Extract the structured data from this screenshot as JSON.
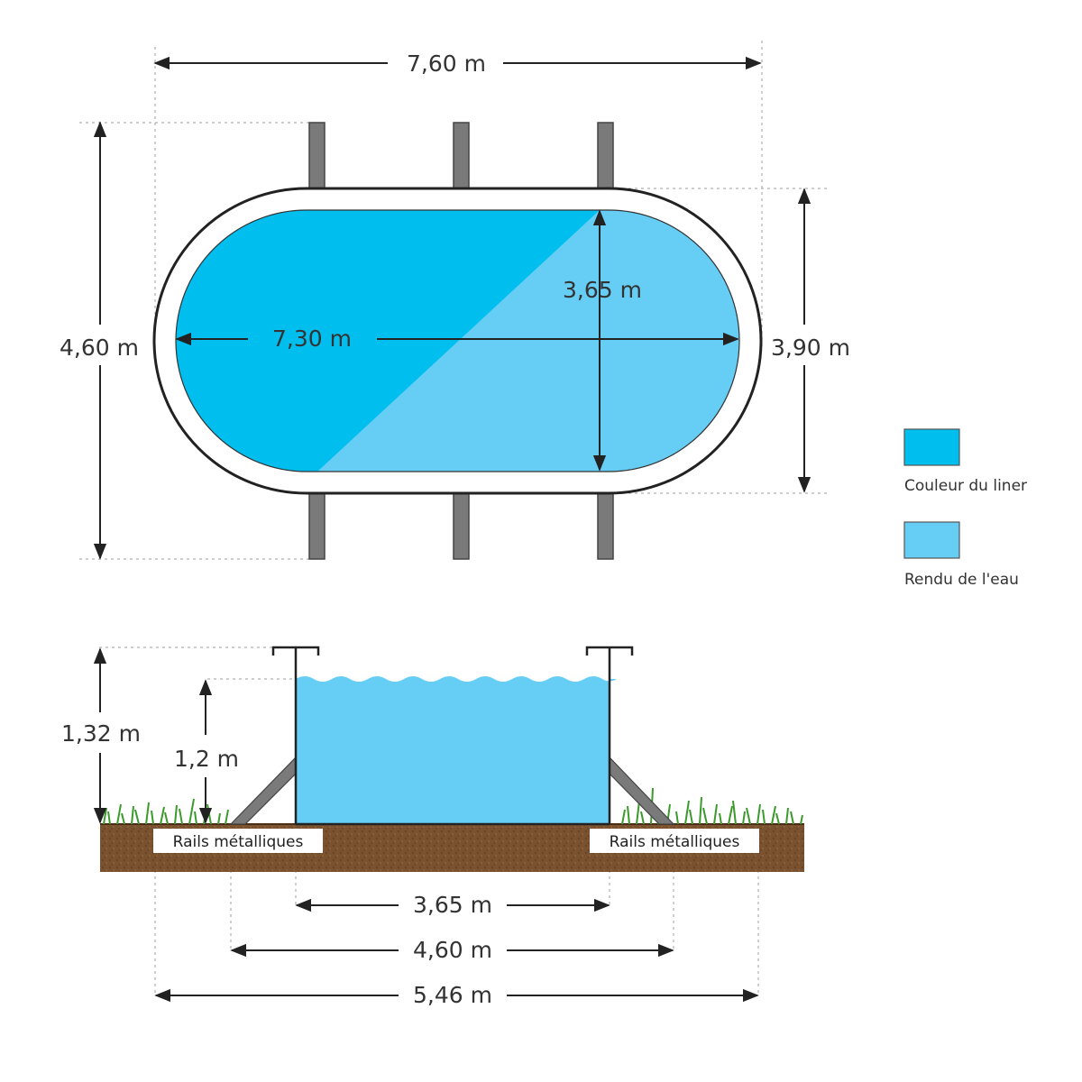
{
  "top_view": {
    "overall_length": "7,60 m",
    "overall_width": "4,60 m",
    "inner_length": "7,30 m",
    "inner_width": "3,65 m",
    "outer_width": "3,90 m"
  },
  "legend": {
    "items": [
      {
        "label": "Couleur du liner",
        "color": "#00BFEF"
      },
      {
        "label": "Rendu de l'eau",
        "color": "#66CDF5"
      }
    ]
  },
  "side_view": {
    "total_height": "1,32 m",
    "water_height": "1,2 m",
    "rail_label_left": "Rails métalliques",
    "rail_label_right": "Rails métalliques",
    "bottom_dims": [
      "3,65 m",
      "4,60 m",
      "5,46 m"
    ]
  },
  "colors": {
    "liner": "#00BFEF",
    "water": "#66CDF5",
    "posts": "#7a7a7a",
    "soil": "#7a5230",
    "grass": "#3a9a2a"
  }
}
